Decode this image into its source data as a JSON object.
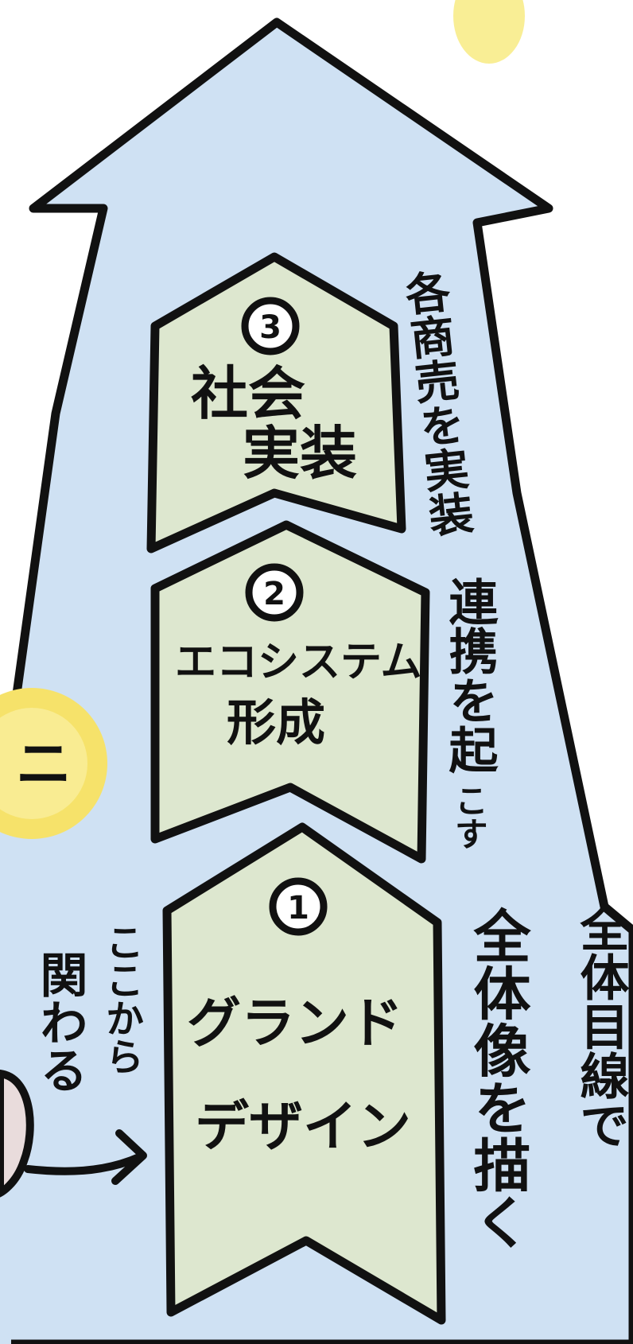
{
  "colors": {
    "arrow_fill": "#cfe1f3",
    "step_fill": "#dde7cf",
    "outline": "#111111",
    "glow": "#f5e36a",
    "person": "#e9dcdc"
  },
  "steps": [
    {
      "number": "1",
      "line1": "グランド",
      "line2": "デザイン"
    },
    {
      "number": "2",
      "line1": "エコシステム",
      "line2": "形成"
    },
    {
      "number": "3",
      "line1": "社会",
      "line2": "実装"
    }
  ],
  "side_notes": {
    "note_3": "各商売を実装",
    "note_2_line1": "連携を起",
    "note_2_line2": "こす",
    "note_1_main": "全体像を描く",
    "note_1_sub": "全体目線で"
  },
  "entry": {
    "line1": "ここから",
    "line2": "関わる"
  },
  "left_glow_text": "ニ"
}
